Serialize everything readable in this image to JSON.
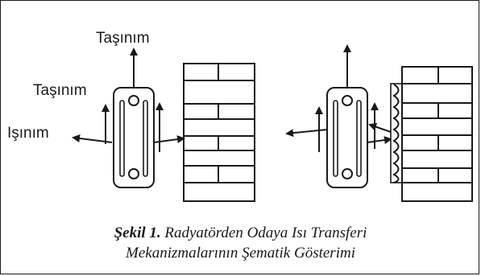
{
  "labels": {
    "convection_top": "Taşınım",
    "convection_side": "Taşınım",
    "radiation": "Işınım"
  },
  "caption": {
    "figure_label": "Şekil 1.",
    "line1_rest": "Radyatörden Odaya Isı Transferi",
    "line2": "Mekanizmalarının Şematik Gösterimi"
  }
}
